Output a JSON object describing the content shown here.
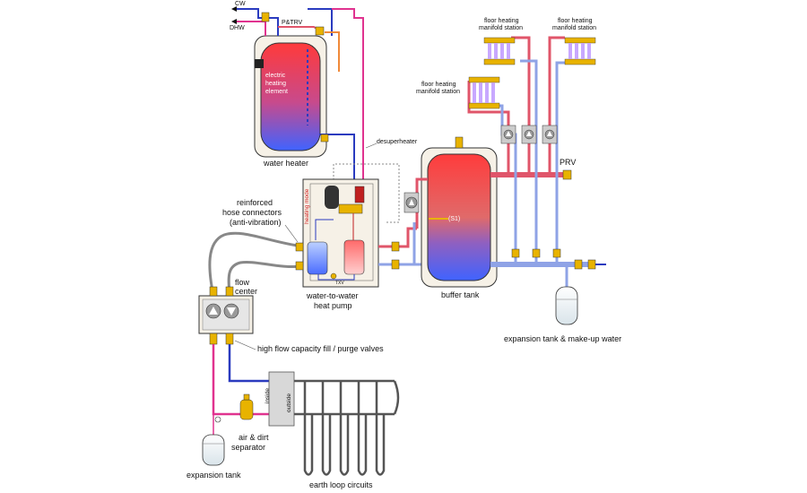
{
  "labels": {
    "cw": "CW",
    "dhw": "DHW",
    "ptrv": "P&TRV",
    "electric_element": [
      "electric",
      "heating",
      "element"
    ],
    "water_heater": "water heater",
    "desuperheater": "desuperheater",
    "heating_mode": "heating mode",
    "reinforced_hose": [
      "reinforced",
      "hose connectors",
      "(anti-vibration)"
    ],
    "flow_center": [
      "flow",
      "center"
    ],
    "heat_pump": [
      "water-to-water",
      "heat pump"
    ],
    "txv": "TXV",
    "buffer_tank": "buffer tank",
    "s1": "(S1)",
    "prv": "PRV",
    "manifold": [
      "floor heating",
      "manifold station"
    ],
    "expansion_makeup": "expansion tank & make-up water",
    "purge_valves": "high flow capacity fill / purge valves",
    "inside": "inside",
    "outside": "outside",
    "air_dirt": [
      "air & dirt",
      "separator"
    ],
    "expansion_tank": "expansion tank",
    "earth_loop": "earth loop circuits"
  },
  "colors": {
    "supply_pipe": "#e0556a",
    "return_pipe": "#8fa3e6",
    "cold_pipe": "#2a3bbf",
    "loop_pipe": "#e0338f",
    "hose": "#888888",
    "valve_brass": "#e8b300",
    "earth_loop": "#555555"
  },
  "icons": {
    "circulator": "circulator-pump-icon",
    "valve": "brass-valve-icon",
    "gauge": "pressure-gauge-icon"
  }
}
